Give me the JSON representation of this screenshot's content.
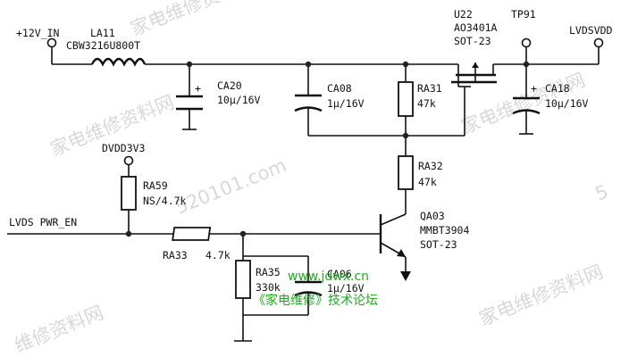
{
  "nets": {
    "vin": "+12V_IN",
    "vout": "LVDSVDD",
    "dvdd": "DVDD3V3",
    "enable": "LVDS PWR_EN"
  },
  "components": {
    "la11": {
      "ref": "LA11",
      "value": "CBW3216U800T"
    },
    "ca20": {
      "ref": "CA20",
      "value": "10μ/16V",
      "polarity": "+"
    },
    "ca08": {
      "ref": "CA08",
      "value": "1μ/16V"
    },
    "ra31": {
      "ref": "RA31",
      "value": "47k"
    },
    "u22": {
      "ref": "U22",
      "value": "AO3401A",
      "package": "SOT-23"
    },
    "tp91": {
      "ref": "TP91"
    },
    "ca18": {
      "ref": "CA18",
      "value": "10μ/16V",
      "polarity": "+"
    },
    "ra32": {
      "ref": "RA32",
      "value": "47k"
    },
    "ra59": {
      "ref": "RA59",
      "value": "NS/4.7k"
    },
    "ra33": {
      "ref": "RA33",
      "value": "4.7k"
    },
    "qa03": {
      "ref": "QA03",
      "value": "MMBT3904",
      "package": "SOT-23"
    },
    "ra35": {
      "ref": "RA35",
      "value": "330k"
    },
    "ca06": {
      "ref": "CA06",
      "value": "1μ/16V"
    }
  },
  "watermarks": {
    "site_cn": "家电维修资料网",
    "url": "www.jdwx.cn",
    "forum": "《家电维修》技术论坛",
    "fragment_1": "家电维修资料网",
    "fragment_2": "520101.com",
    "fragment_3": "5",
    "fragment_4": "维修资料网",
    "fragment_5": "家电维修资料网"
  },
  "colors": {
    "ink": "#111111",
    "watermark_gray": "#b9b9b9",
    "watermark_green": "#1faa1f",
    "background": "#ffffff"
  }
}
